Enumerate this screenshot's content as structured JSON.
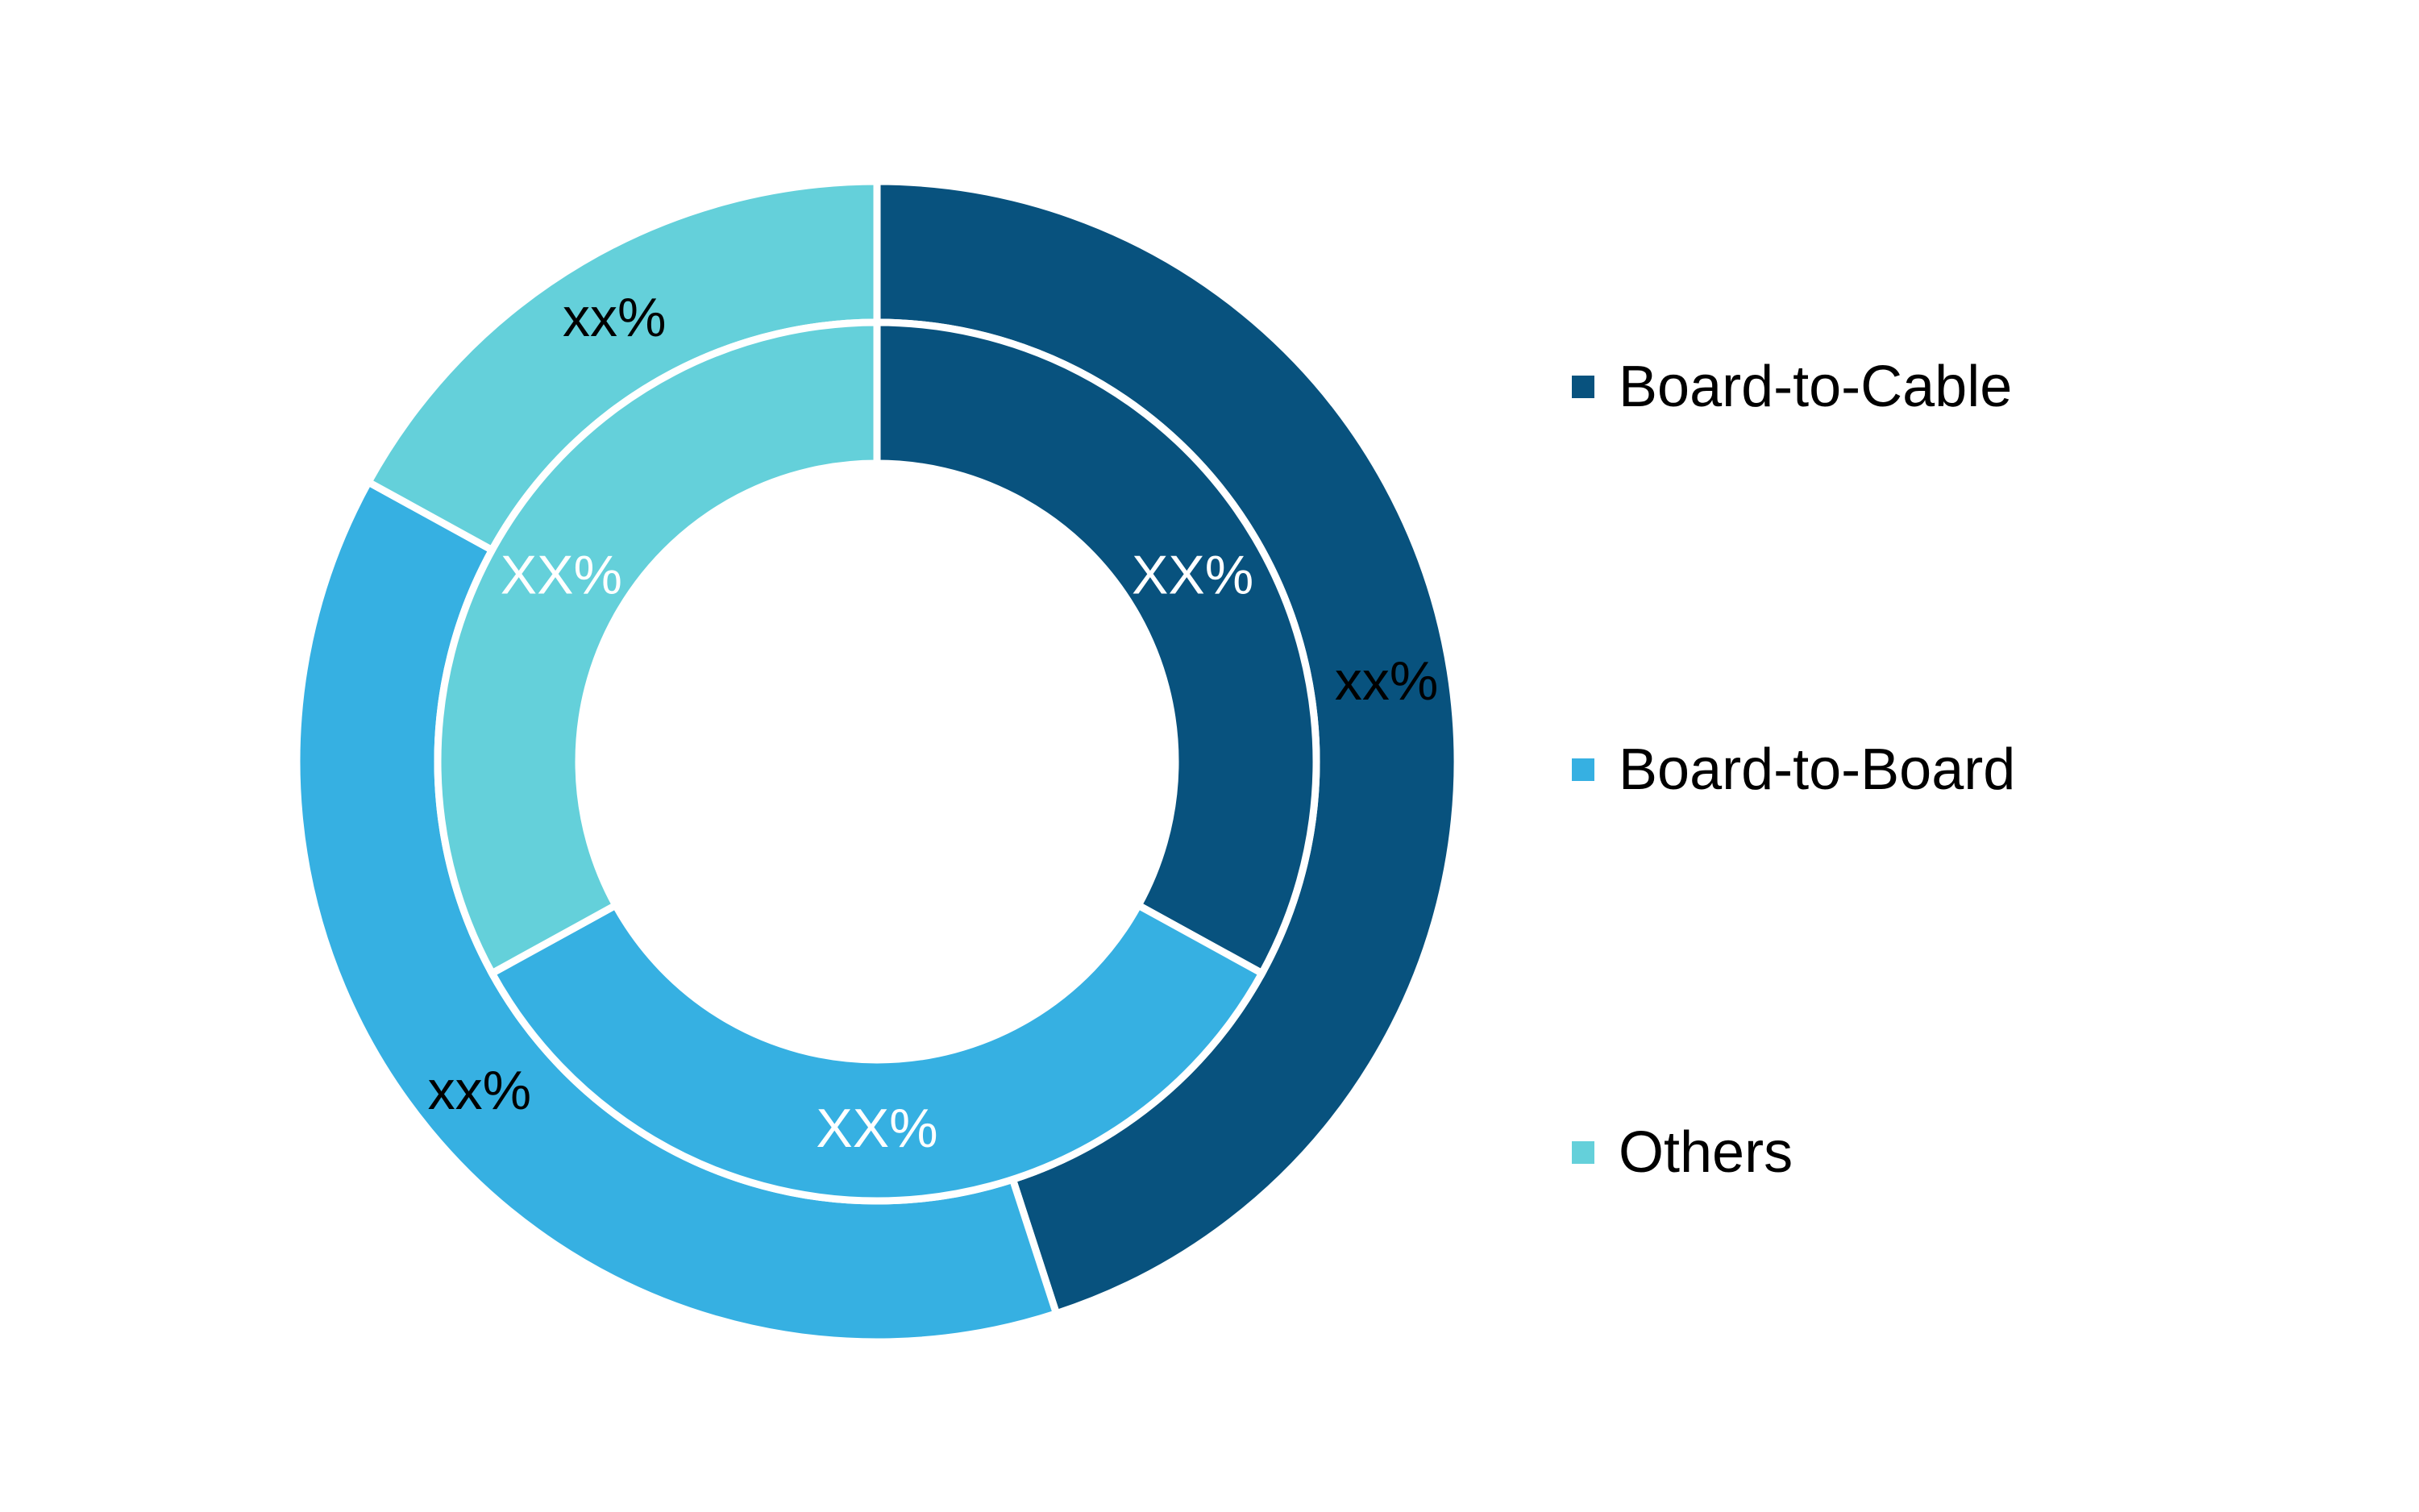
{
  "chart_data": {
    "type": "pie",
    "variant": "nested-donut",
    "legend": {
      "position": "right",
      "items": [
        {
          "name": "Board-to-Cable",
          "color": "#08527e"
        },
        {
          "name": "Board-to-Board",
          "color": "#36b0e2"
        },
        {
          "name": "Others",
          "color": "#64d0da"
        }
      ]
    },
    "categories": [
      "Board-to-Cable",
      "Board-to-Board",
      "Others"
    ],
    "colors": [
      "#08527e",
      "#36b0e2",
      "#64d0da"
    ],
    "rings": [
      {
        "ring": "outer",
        "values": [
          45,
          38,
          17
        ],
        "labels": [
          "xx%",
          "xx%",
          "xx%"
        ],
        "label_color": "#000000"
      },
      {
        "ring": "inner",
        "values": [
          33,
          34,
          33
        ],
        "labels": [
          "XX%",
          "XX%",
          "XX%"
        ],
        "label_color": "#ffffff"
      }
    ]
  }
}
